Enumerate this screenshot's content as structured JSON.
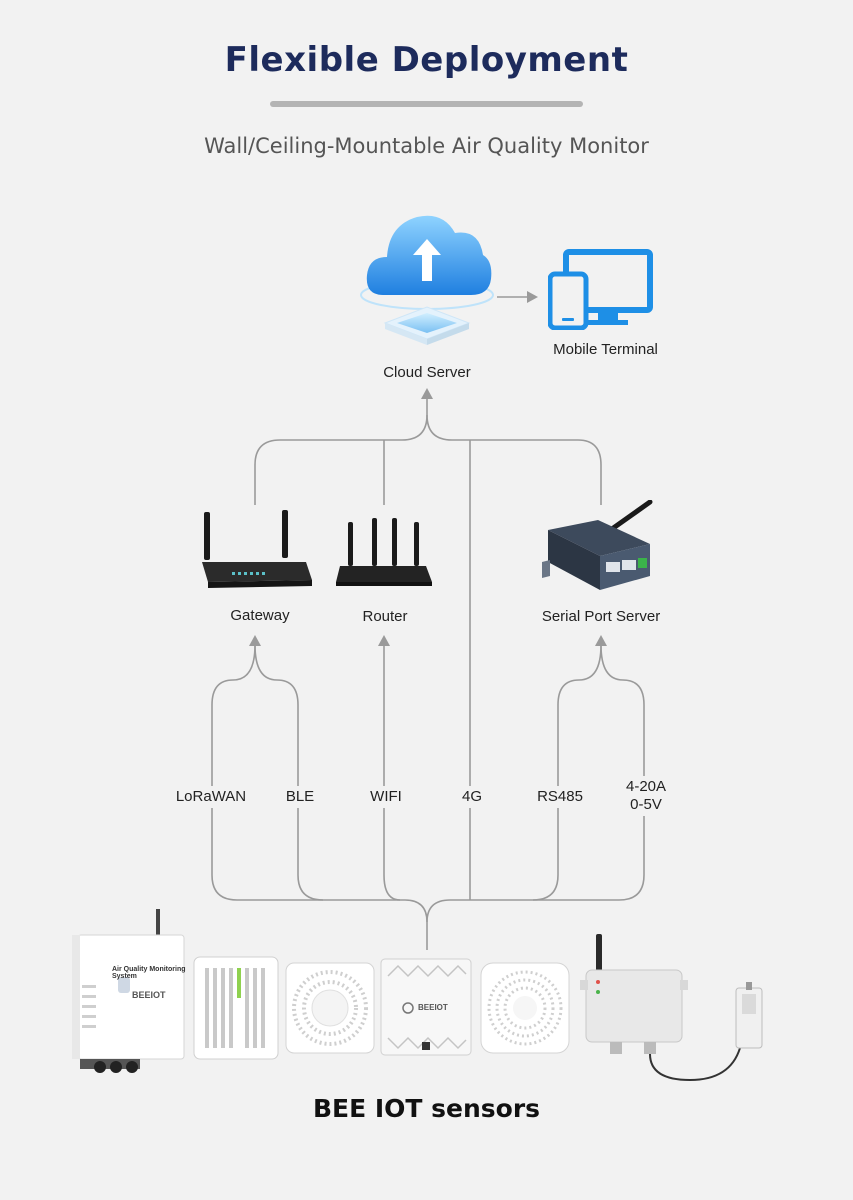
{
  "header": {
    "title": "Flexible Deployment",
    "subtitle": "Wall/Ceiling-Mountable Air Quality Monitor"
  },
  "nodes": {
    "cloud_server": "Cloud Server",
    "mobile_terminal": "Mobile Terminal",
    "gateway": "Gateway",
    "router": "Router",
    "serial_port_server": "Serial Port Server"
  },
  "connections": {
    "lorawan": "LoRaWAN",
    "ble": "BLE",
    "wifi": "WIFI",
    "cellular": "4G",
    "rs485": "RS485",
    "analog_line1": "4-20A",
    "analog_line2": "0-5V"
  },
  "device_text": {
    "panel_label": "Air Quality Monitoring System",
    "brand": "BEEIOT",
    "wall_brand": "BEEIOT"
  },
  "footer": {
    "label": "BEE IOT sensors"
  },
  "colors": {
    "title": "#1d2b5c",
    "line": "#9a9a9a",
    "cloud_blue": "#2a8fe8",
    "screen_blue": "#1e8fe6"
  }
}
